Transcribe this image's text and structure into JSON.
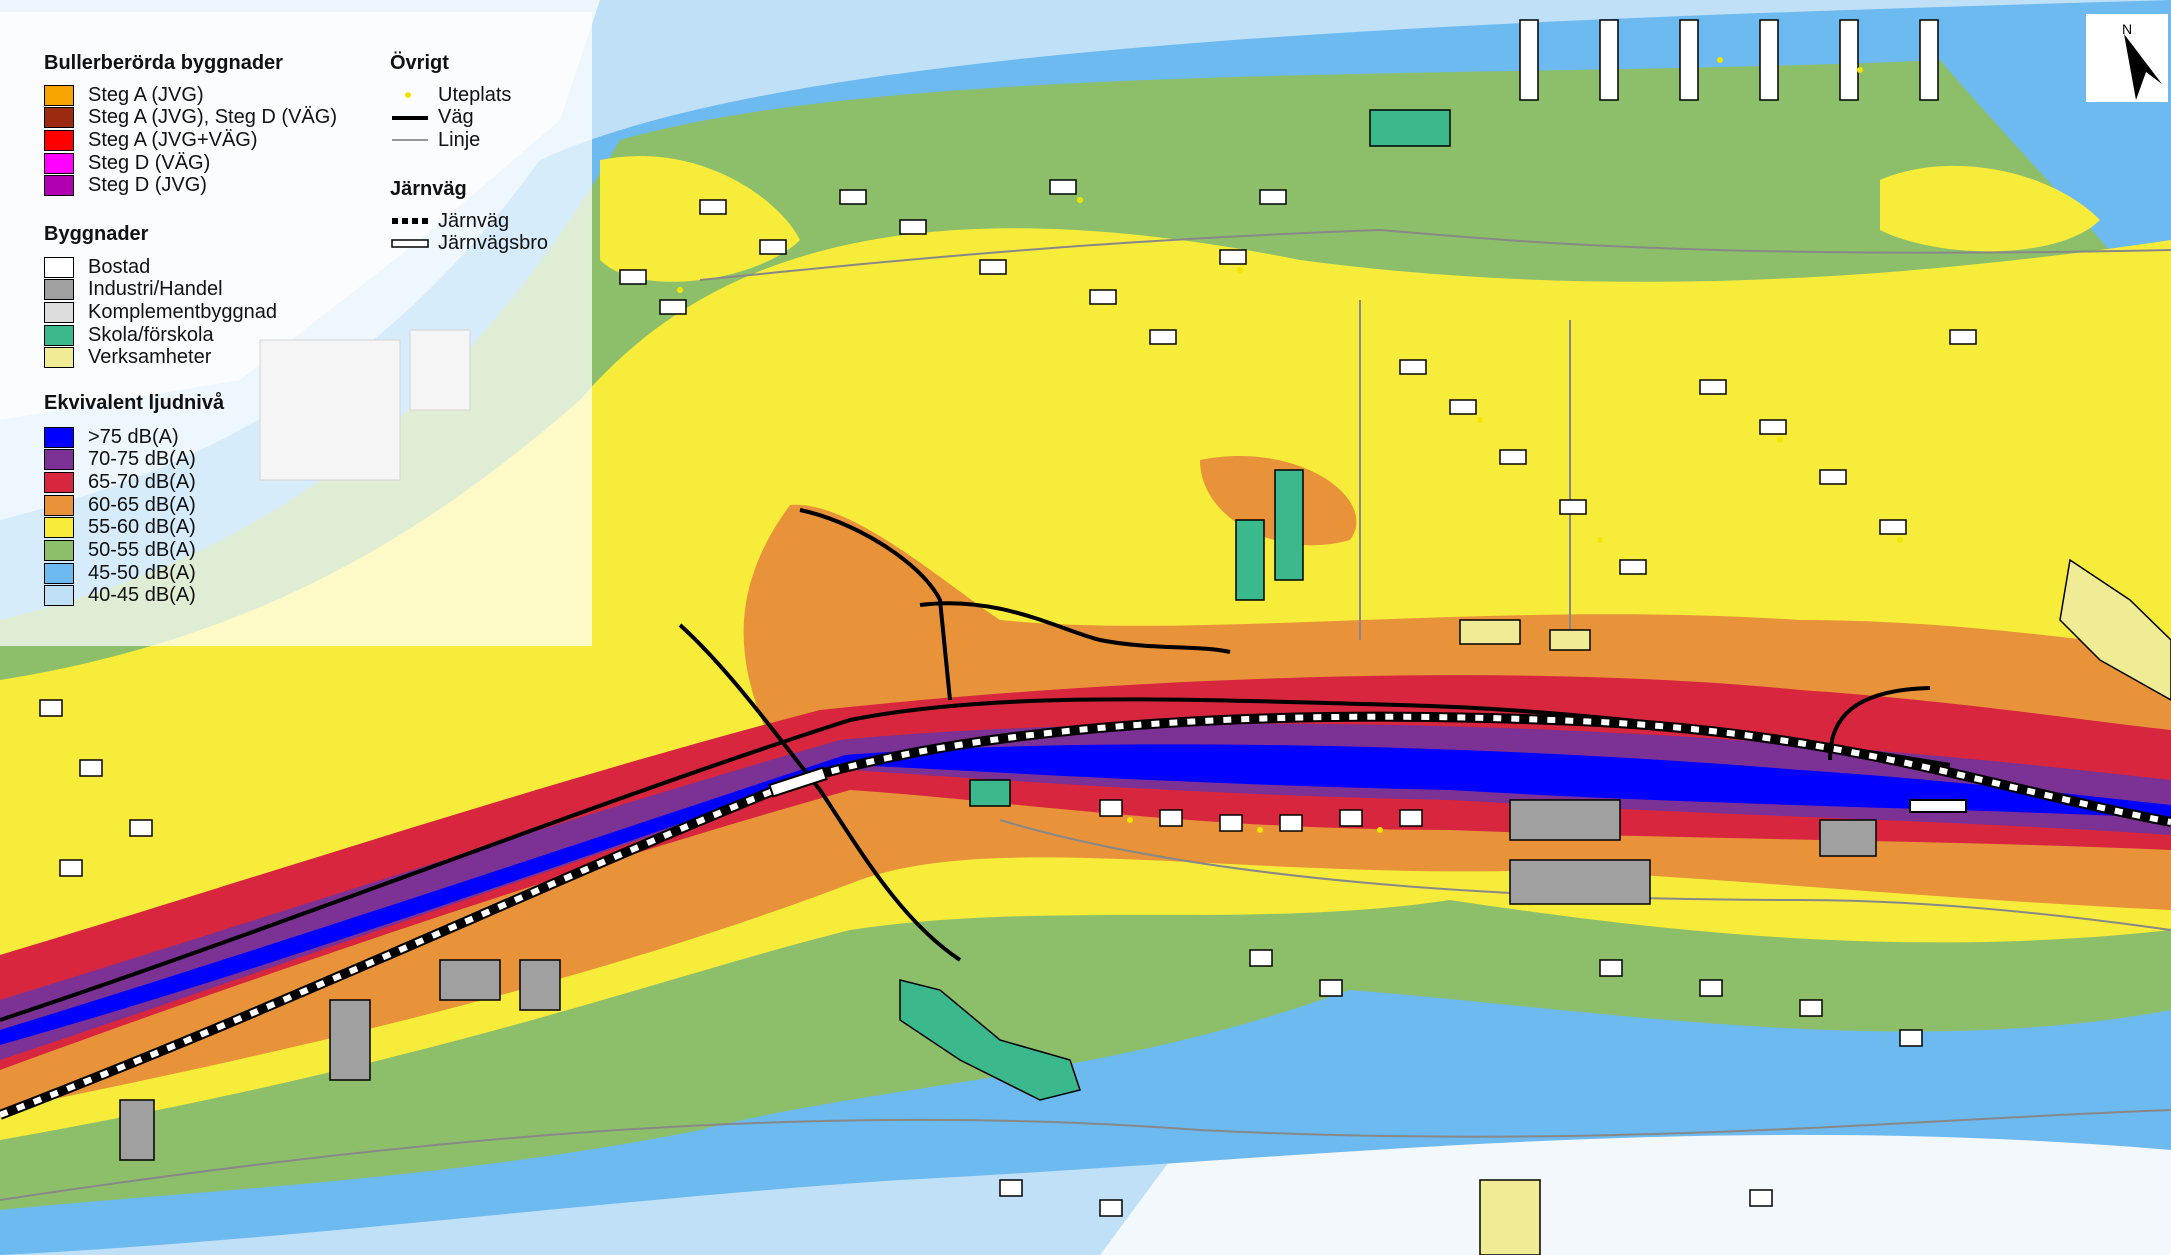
{
  "legend": {
    "affected": {
      "title": "Bullerberörda byggnader",
      "items": [
        {
          "label": "Steg A (JVG)",
          "color": "#f7a400"
        },
        {
          "label": "Steg A (JVG), Steg D (VÄG)",
          "color": "#9c2a10"
        },
        {
          "label": "Steg A (JVG+VÄG)",
          "color": "#ff0000"
        },
        {
          "label": "Steg D (VÄG)",
          "color": "#ff00ff"
        },
        {
          "label": "Steg D (JVG)",
          "color": "#b000b0"
        }
      ]
    },
    "buildings": {
      "title": "Byggnader",
      "items": [
        {
          "label": "Bostad",
          "color": "#ffffff"
        },
        {
          "label": "Industri/Handel",
          "color": "#a0a0a0"
        },
        {
          "label": "Komplementbyggnad",
          "color": "#dcdcdc"
        },
        {
          "label": "Skola/förskola",
          "color": "#3cb98c"
        },
        {
          "label": "Verksamheter",
          "color": "#f0ec96"
        }
      ]
    },
    "levels": {
      "title": "Ekvivalent ljudnivå",
      "items": [
        {
          "label": ">75 dB(A)",
          "color": "#0000ff"
        },
        {
          "label": "70-75 dB(A)",
          "color": "#7b3294"
        },
        {
          "label": "65-70 dB(A)",
          "color": "#d7263d"
        },
        {
          "label": "60-65 dB(A)",
          "color": "#e8923a"
        },
        {
          "label": "55-60 dB(A)",
          "color": "#f8ec3a"
        },
        {
          "label": "50-55 dB(A)",
          "color": "#8dbf6a"
        },
        {
          "label": "45-50 dB(A)",
          "color": "#6cbaf0"
        },
        {
          "label": "40-45 dB(A)",
          "color": "#bfe0f7"
        }
      ]
    },
    "other": {
      "title": "Övrigt",
      "items": [
        {
          "label": "Uteplats",
          "symbol": "dot-icon"
        },
        {
          "label": "Väg",
          "symbol": "thick-line-icon"
        },
        {
          "label": "Linje",
          "symbol": "thin-line-icon"
        }
      ]
    },
    "railway": {
      "title": "Järnväg",
      "items": [
        {
          "label": "Järnväg",
          "symbol": "dashed-line-icon"
        },
        {
          "label": "Järnvägsbro",
          "symbol": "double-line-icon"
        }
      ]
    }
  },
  "north_arrow": {
    "label": "N"
  }
}
